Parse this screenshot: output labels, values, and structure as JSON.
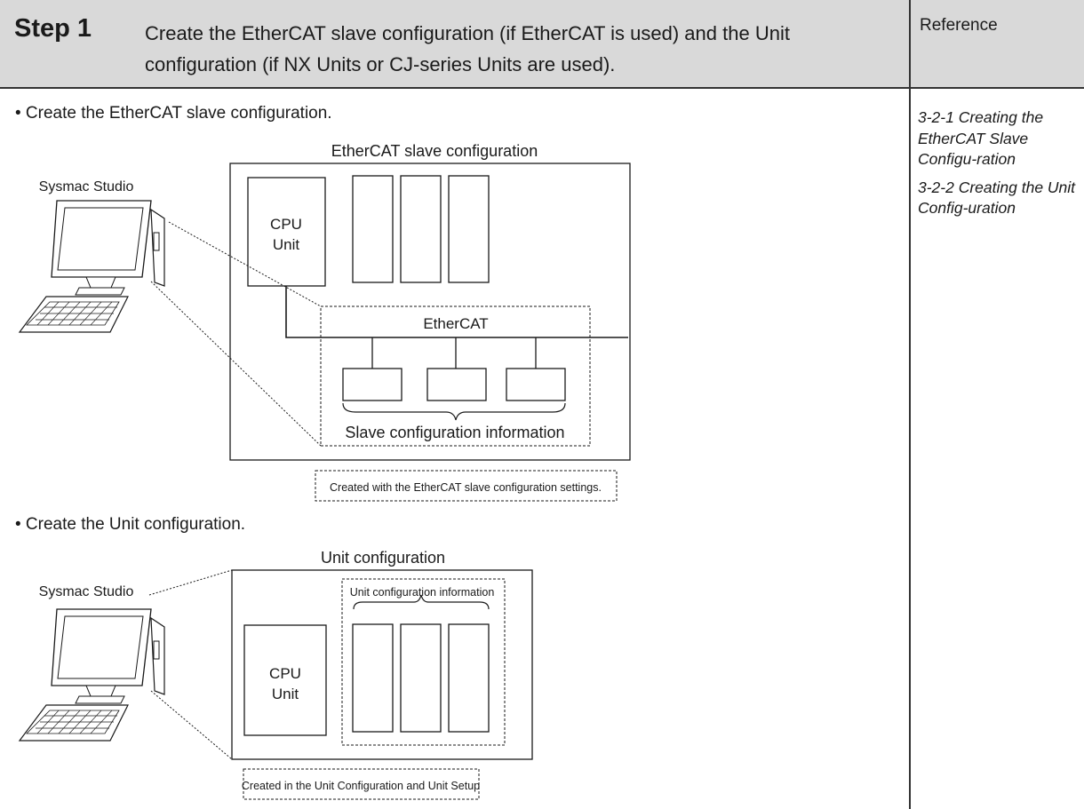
{
  "header": {
    "step": "Step 1",
    "text": "Create the EtherCAT slave configuration (if EtherCAT is used) and the Unit configuration (if NX Units or CJ-series Units are used).",
    "reference_label": "Reference"
  },
  "bullets": [
    "• Create the EtherCAT slave configuration.",
    "• Create the Unit configuration."
  ],
  "references": [
    "3-2-1 Creating the EtherCAT Slave Configu-ration",
    "3-2-2 Creating the Unit Config-uration"
  ],
  "diagram1": {
    "title": "EtherCAT slave configuration",
    "computer_label": "Sysmac Studio",
    "cpu_line1": "CPU",
    "cpu_line2": "Unit",
    "network_label": "EtherCAT",
    "info_label": "Slave configuration information",
    "caption": "Created with the EtherCAT slave configuration settings."
  },
  "diagram2": {
    "title": "Unit configuration",
    "computer_label": "Sysmac Studio",
    "cpu_line1": "CPU",
    "cpu_line2": "Unit",
    "info_label": "Unit configuration information",
    "caption": "Created in the Unit Configuration and Unit Setup"
  }
}
